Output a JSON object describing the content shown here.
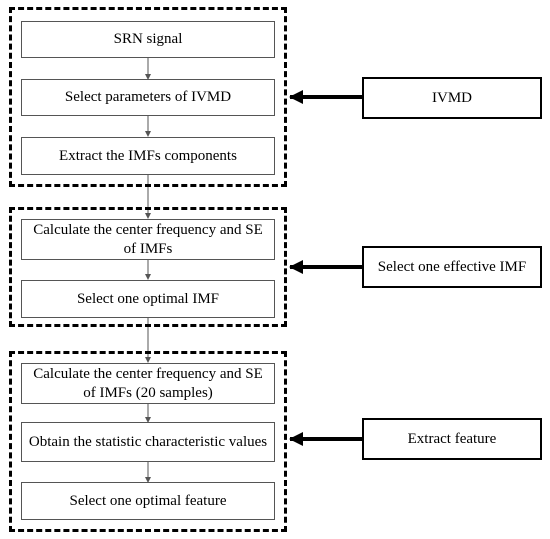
{
  "groups": [
    {
      "steps": [
        "SRN signal",
        "Select parameters of IVMD",
        "Extract the IMFs components"
      ],
      "side_label": "IVMD"
    },
    {
      "steps": [
        "Calculate the center frequency and SE of IMFs",
        "Select one optimal IMF"
      ],
      "side_label": "Select one effective IMF"
    },
    {
      "steps": [
        "Calculate the center frequency and SE of IMFs (20 samples)",
        "Obtain the statistic characteristic values",
        "Select one optimal feature"
      ],
      "side_label": "Extract feature"
    }
  ]
}
